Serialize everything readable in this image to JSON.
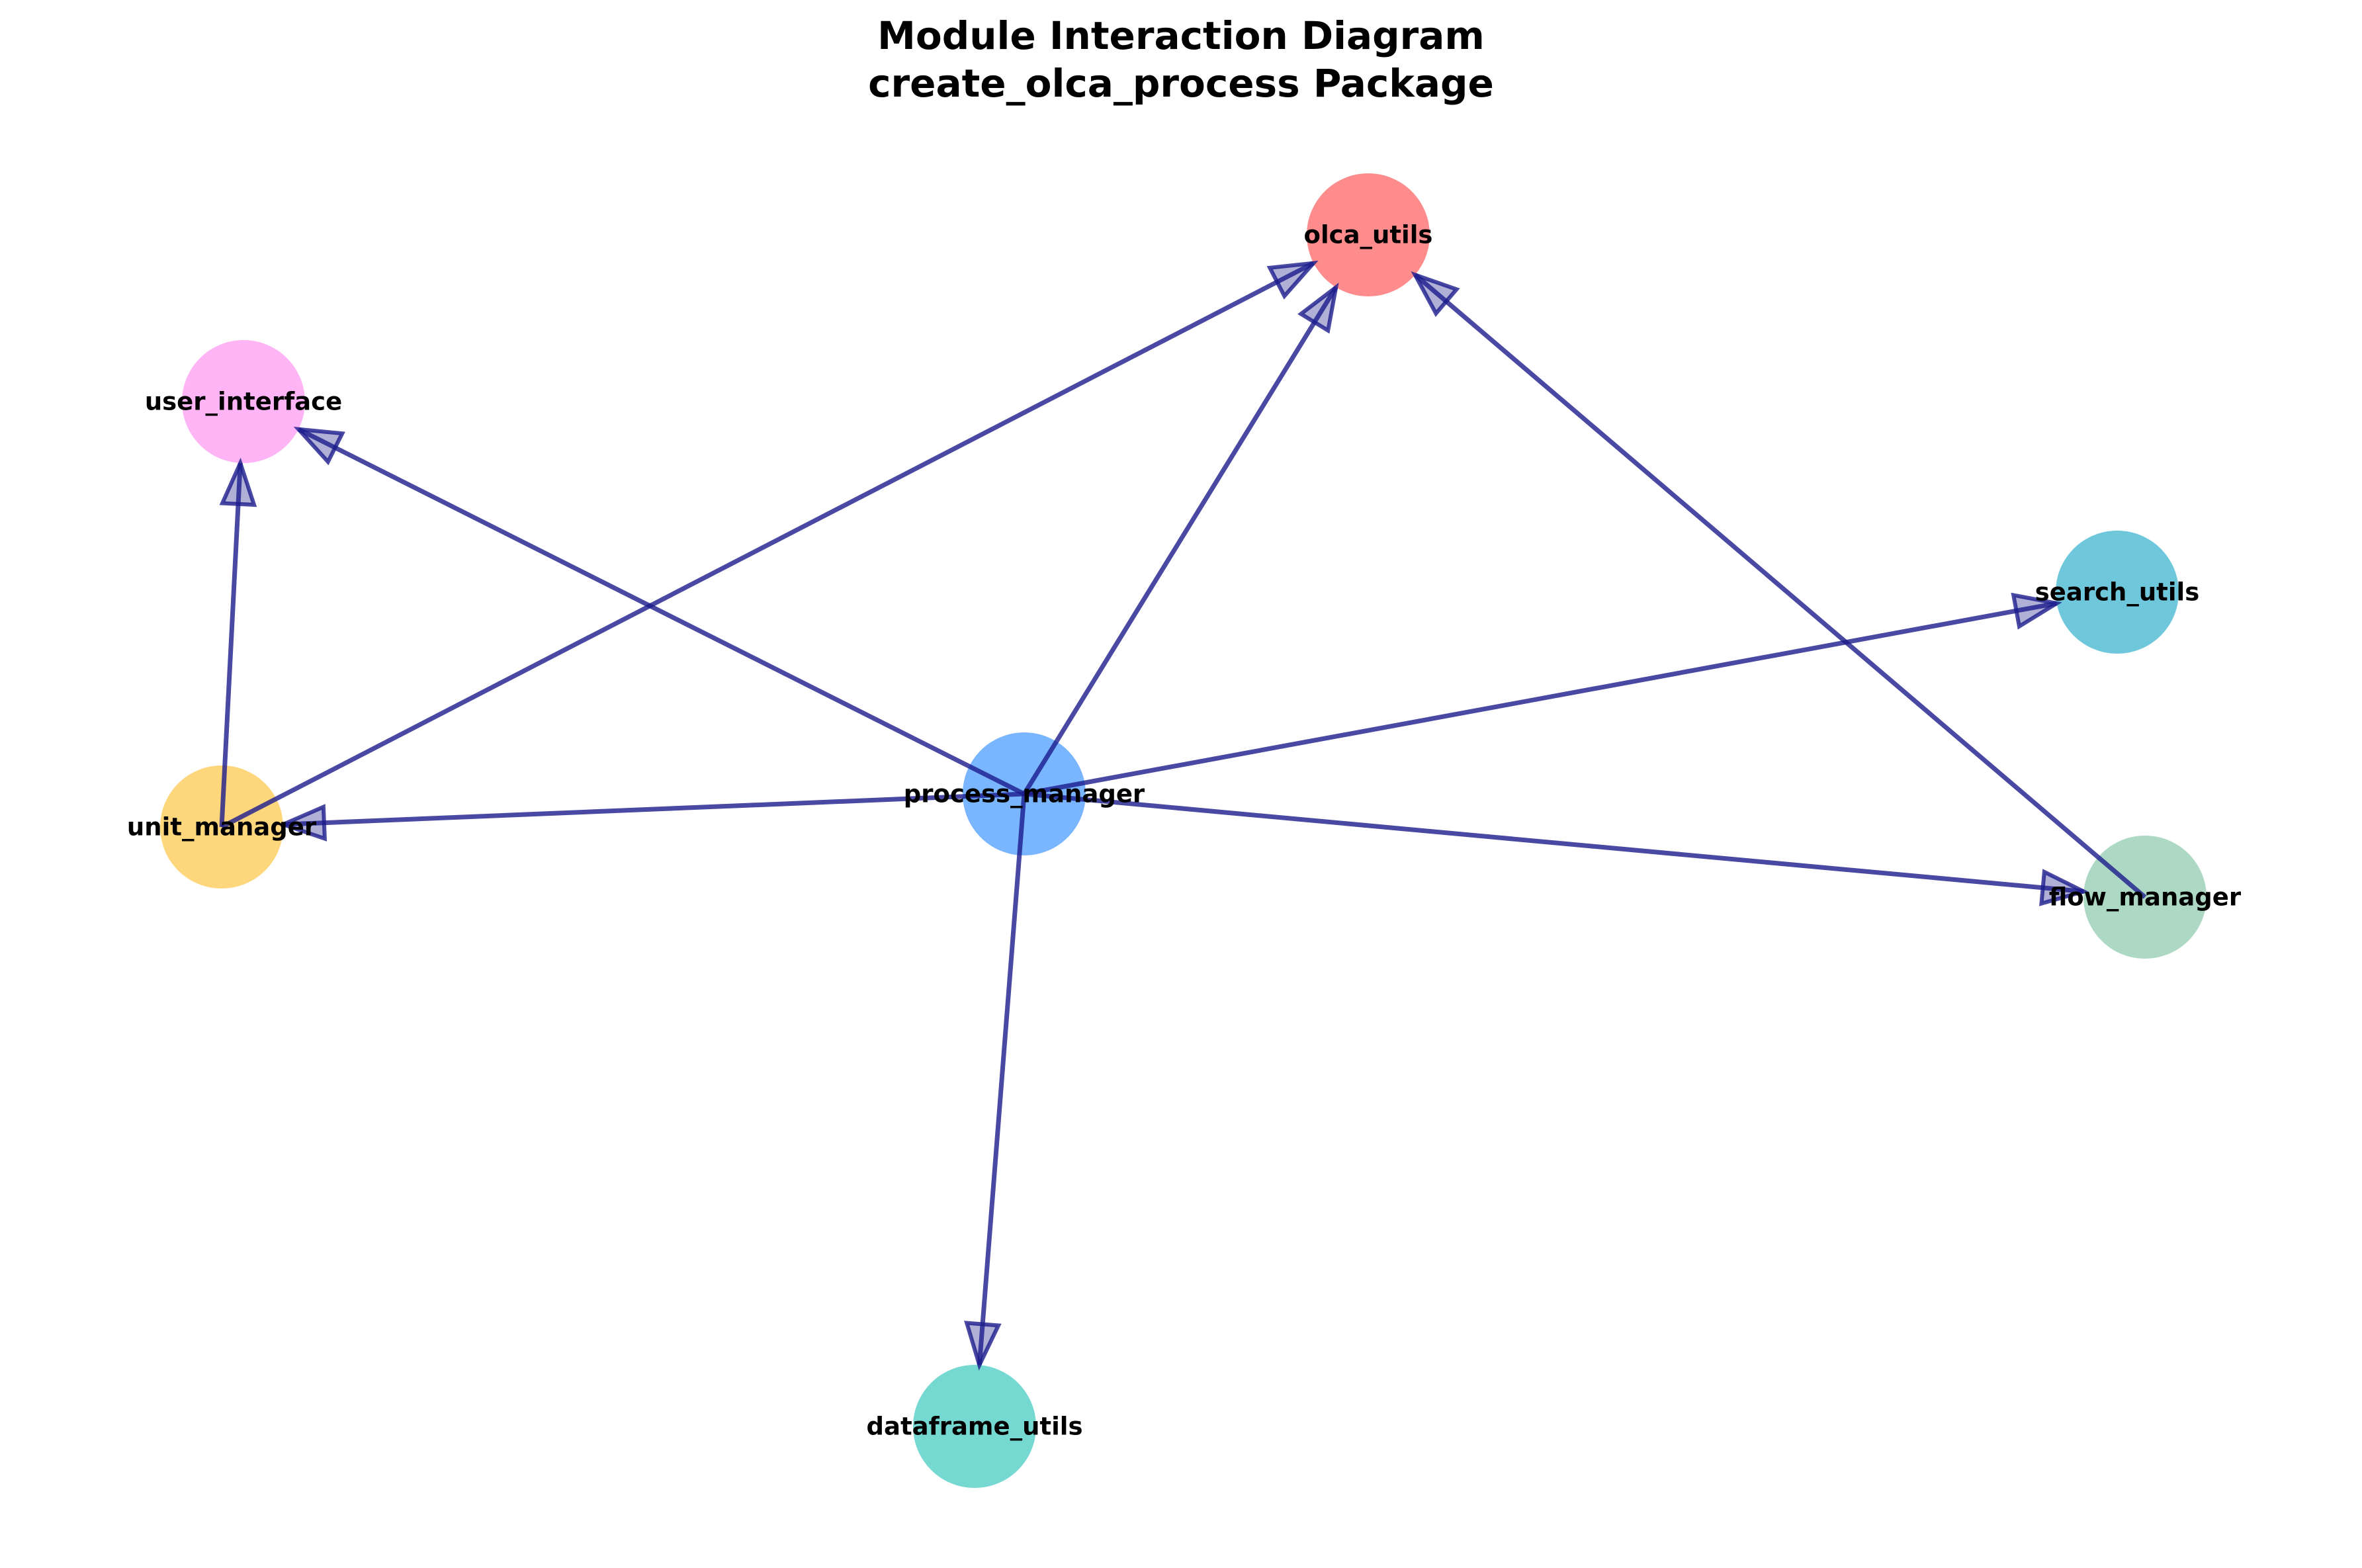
{
  "title": {
    "line1": "Module Interaction Diagram",
    "line2": "create_olca_process Package"
  },
  "colors": {
    "edge": "#1c1c8c"
  },
  "nodes": [
    {
      "id": "olca_utils",
      "label": "olca_utils",
      "color": "#ff6b6b"
    },
    {
      "id": "user_interface",
      "label": "user_interface",
      "color": "#ff9ff3"
    },
    {
      "id": "search_utils",
      "label": "search_utils",
      "color": "#45b7d1"
    },
    {
      "id": "process_manager",
      "label": "process_manager",
      "color": "#54a0ff"
    },
    {
      "id": "unit_manager",
      "label": "unit_manager",
      "color": "#feca57"
    },
    {
      "id": "flow_manager",
      "label": "flow_manager",
      "color": "#96ceb4"
    },
    {
      "id": "dataframe_utils",
      "label": "dataframe_utils",
      "color": "#4ecdc4"
    }
  ],
  "edges": [
    {
      "from": "unit_manager",
      "to": "user_interface"
    },
    {
      "from": "unit_manager",
      "to": "olca_utils"
    },
    {
      "from": "process_manager",
      "to": "user_interface"
    },
    {
      "from": "process_manager",
      "to": "olca_utils"
    },
    {
      "from": "process_manager",
      "to": "search_utils"
    },
    {
      "from": "process_manager",
      "to": "unit_manager"
    },
    {
      "from": "process_manager",
      "to": "flow_manager"
    },
    {
      "from": "process_manager",
      "to": "dataframe_utils"
    },
    {
      "from": "flow_manager",
      "to": "olca_utils"
    }
  ]
}
